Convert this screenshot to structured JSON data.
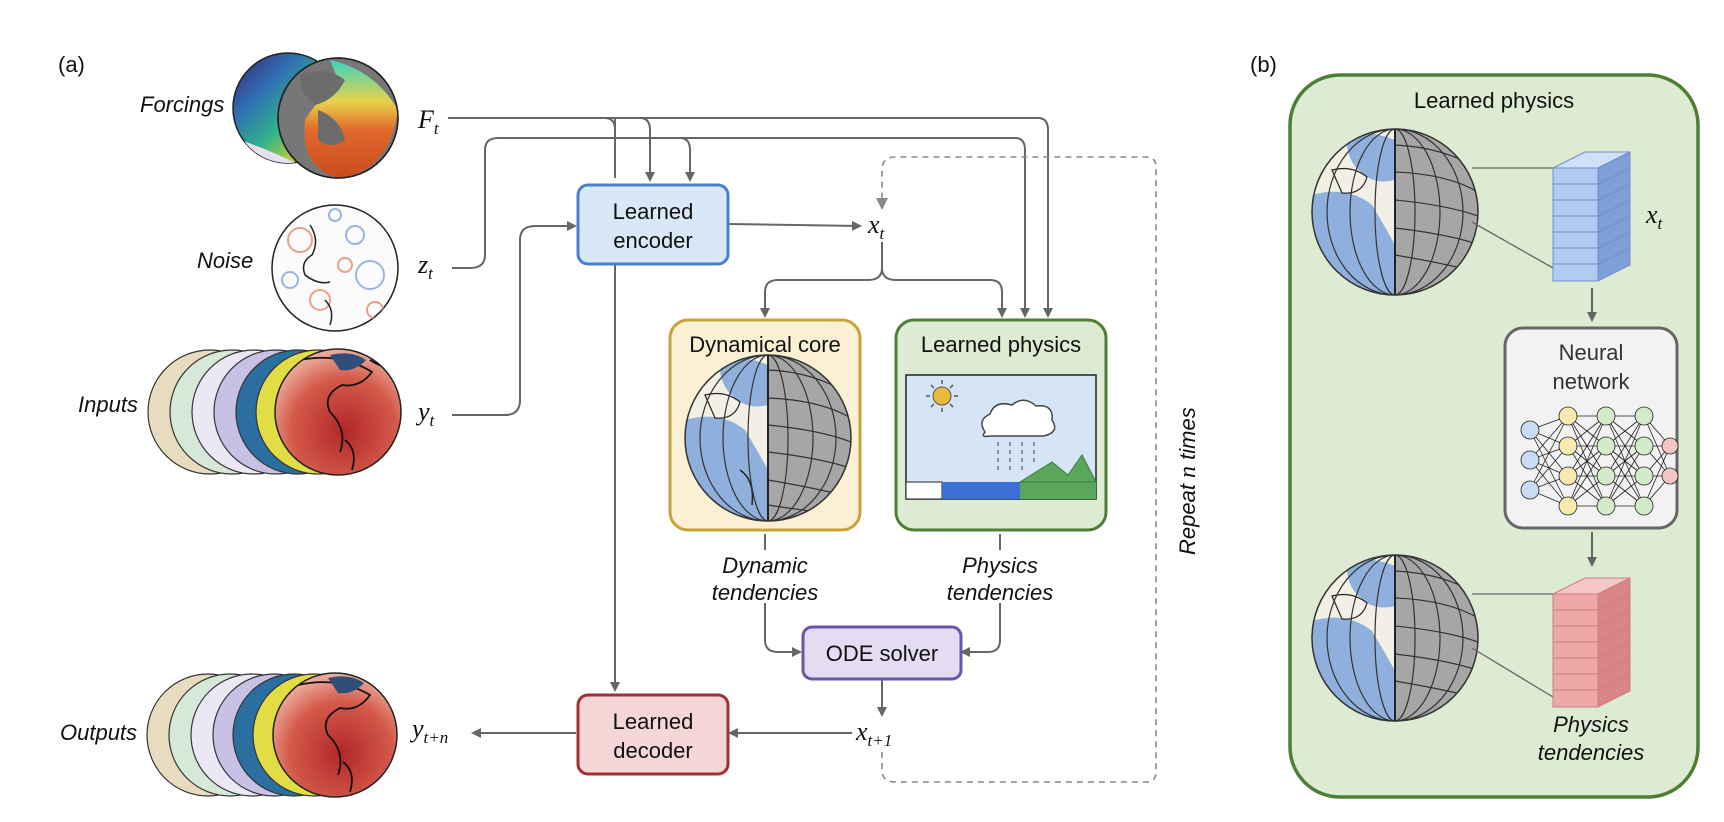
{
  "panels": {
    "a_label": "(a)",
    "b_label": "(b)"
  },
  "left_labels": {
    "forcings": "Forcings",
    "noise": "Noise",
    "inputs": "Inputs",
    "outputs": "Outputs"
  },
  "variables": {
    "F": "F",
    "F_sub": "t",
    "z": "z",
    "z_sub": "t",
    "y": "y",
    "y_sub": "t",
    "x": "x",
    "x_sub": "t",
    "x1": "x",
    "x1_sub": "t+1",
    "yn": "y",
    "yn_sub": "t+n",
    "xb": "x",
    "xb_sub": "t"
  },
  "boxes": {
    "encoder_line1": "Learned",
    "encoder_line2": "encoder",
    "decoder_line1": "Learned",
    "decoder_line2": "decoder",
    "dyncore": "Dynamical core",
    "physics": "Learned physics",
    "ode": "ODE solver"
  },
  "tendencies": {
    "dyn_line1": "Dynamic",
    "dyn_line2": "tendencies",
    "phys_line1": "Physics",
    "phys_line2": "tendencies"
  },
  "repeat": {
    "prefix": "Repeat ",
    "n": "n",
    "suffix": " times"
  },
  "panel_b": {
    "title": "Learned physics",
    "nn_line1": "Neural",
    "nn_line2": "network",
    "out_line1": "Physics",
    "out_line2": "tendencies"
  },
  "colors": {
    "encoder_border": "#4a7fd0",
    "encoder_fill": "#d9e7f7",
    "decoder_border": "#a33030",
    "decoder_fill": "#f4d6d6",
    "dyncore_border": "#c9a23a",
    "dyncore_fill": "#fbf0d4",
    "physics_border": "#4e7f35",
    "physics_fill": "#dcebd2",
    "ode_border": "#6b55a8",
    "ode_fill": "#e3dcf3"
  }
}
